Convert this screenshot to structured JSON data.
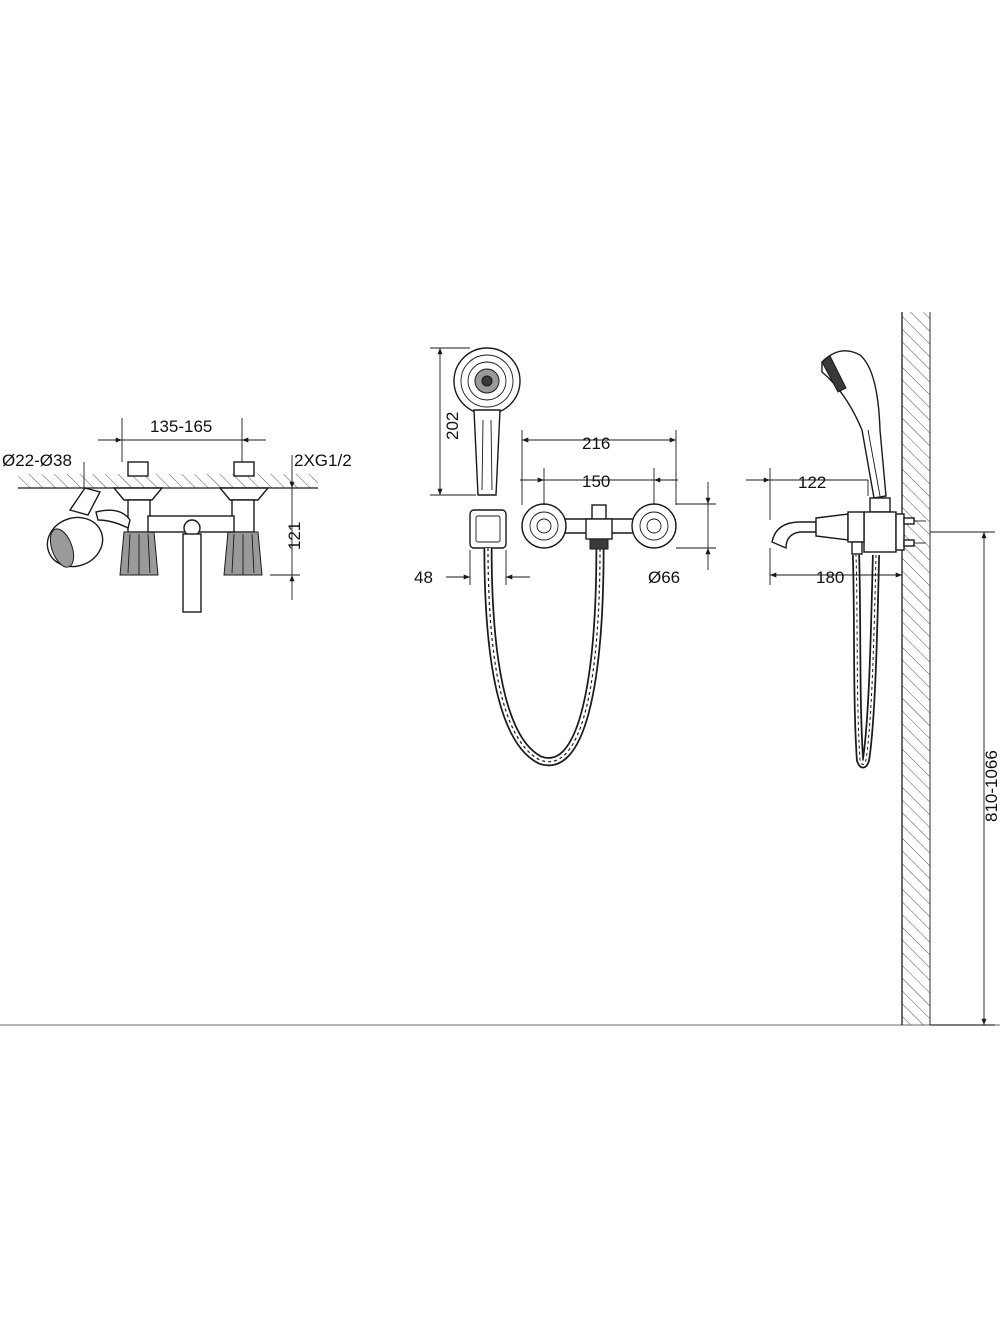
{
  "colors": {
    "line": "#1a1a1a",
    "background": "#ffffff",
    "hatch": "#555555"
  },
  "views": {
    "deck": {
      "spacing": "135-165",
      "hole_diameter": "Ø22-Ø38",
      "thread": "2XG1/2",
      "height": "121"
    },
    "front": {
      "handshower_length": "202",
      "total_width": "216",
      "center_distance": "150",
      "holder_width": "48",
      "flange_diameter": "Ø66"
    },
    "side": {
      "projection_handshower": "122",
      "spout_length": "180",
      "mount_height": "810-1066"
    }
  }
}
